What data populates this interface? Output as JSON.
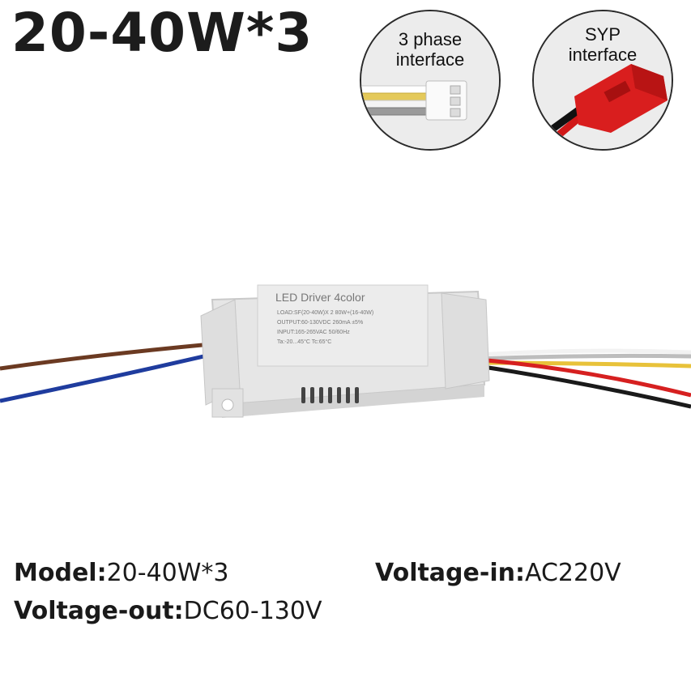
{
  "title": "20-40W*3",
  "callouts": [
    {
      "line1": "3 phase",
      "line2": "interface"
    },
    {
      "line1": "SYP",
      "line2": "interface"
    }
  ],
  "product_label": {
    "heading": "LED Driver 4color",
    "line1": "LOAD:SF(20-40W)X 2 80W+(16-40W)",
    "line2": "OUTPUT:60-130VDC 260mA ±5%",
    "line3": "INPUT:165-265VAC 50/60Hz",
    "line4": "Ta:-20...45°C  Tc:65°C"
  },
  "specs": {
    "model_label": "Model:",
    "model_value": "20-40W*3",
    "vin_label": "Voltage-in:",
    "vin_value": "AC220V",
    "vout_label": "Voltage-out:",
    "vout_value": "DC60-130V"
  },
  "colors": {
    "wire_brown": "#6b3a22",
    "wire_blue": "#1f3c9e",
    "wire_red": "#d62020",
    "wire_yellow": "#e8c23a",
    "connector_red": "#d91e1e",
    "case": "#e6e6e6"
  }
}
